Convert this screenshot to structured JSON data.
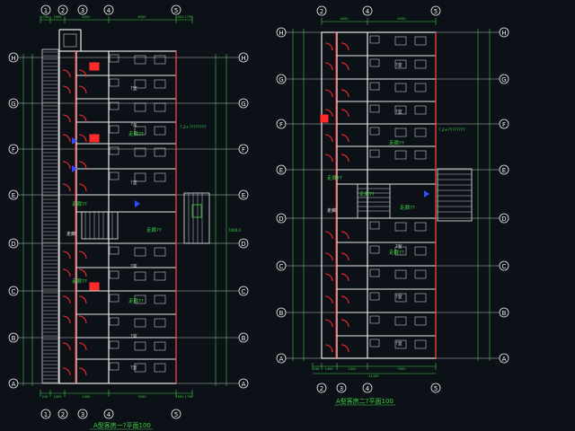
{
  "plans": [
    {
      "title": "A型客房一?平面100",
      "top_axes": [
        "1",
        "2",
        "3",
        "4",
        "5"
      ],
      "bottom_axes": [
        "1",
        "2",
        "3",
        "4",
        "5"
      ],
      "row_axes": [
        "H",
        "G",
        "F",
        "E",
        "D",
        "C",
        "B",
        "A"
      ],
      "top_dims": [
        "1740",
        "1600",
        "6300",
        "6300",
        "1500 1730"
      ],
      "bottom_dims": [
        "240",
        "1400",
        "2400",
        "5500",
        "1500 1730"
      ],
      "room_label": "?室",
      "green_labels": [
        "走廊??",
        "走廊??",
        "走廊??",
        "走廊??",
        "走廊??"
      ],
      "green_note": "走廊??",
      "right_note": "?.2+????????",
      "stair_label": "走廊",
      "right_dim_label": "7000.0"
    },
    {
      "title": "A型客房二?平面100",
      "top_axes": [
        "2",
        "4",
        "5"
      ],
      "bottom_axes": [
        "2",
        "3",
        "4",
        "5"
      ],
      "row_axes": [
        "H",
        "G",
        "F",
        "E",
        "D",
        "C",
        "B",
        "A"
      ],
      "top_dims": [
        "4800",
        "6300"
      ],
      "bottom_dims": [
        "240",
        "1400",
        "2400",
        "5300"
      ],
      "total_dim": "11440",
      "room_label": "?室",
      "green_labels": [
        "走廊??",
        "走廊??",
        "走廊??",
        "走廊??",
        "走廊??"
      ],
      "right_note": "?.2+????????",
      "stair_label": "走廊"
    }
  ],
  "colors": {
    "background": "#0c1118",
    "wall": "#e8e8e8",
    "dim": "#3fd13f",
    "red": "#ff2a2a",
    "axis": "#f0f0f0",
    "blue": "#2a4bff",
    "title": "#3fd13f"
  }
}
